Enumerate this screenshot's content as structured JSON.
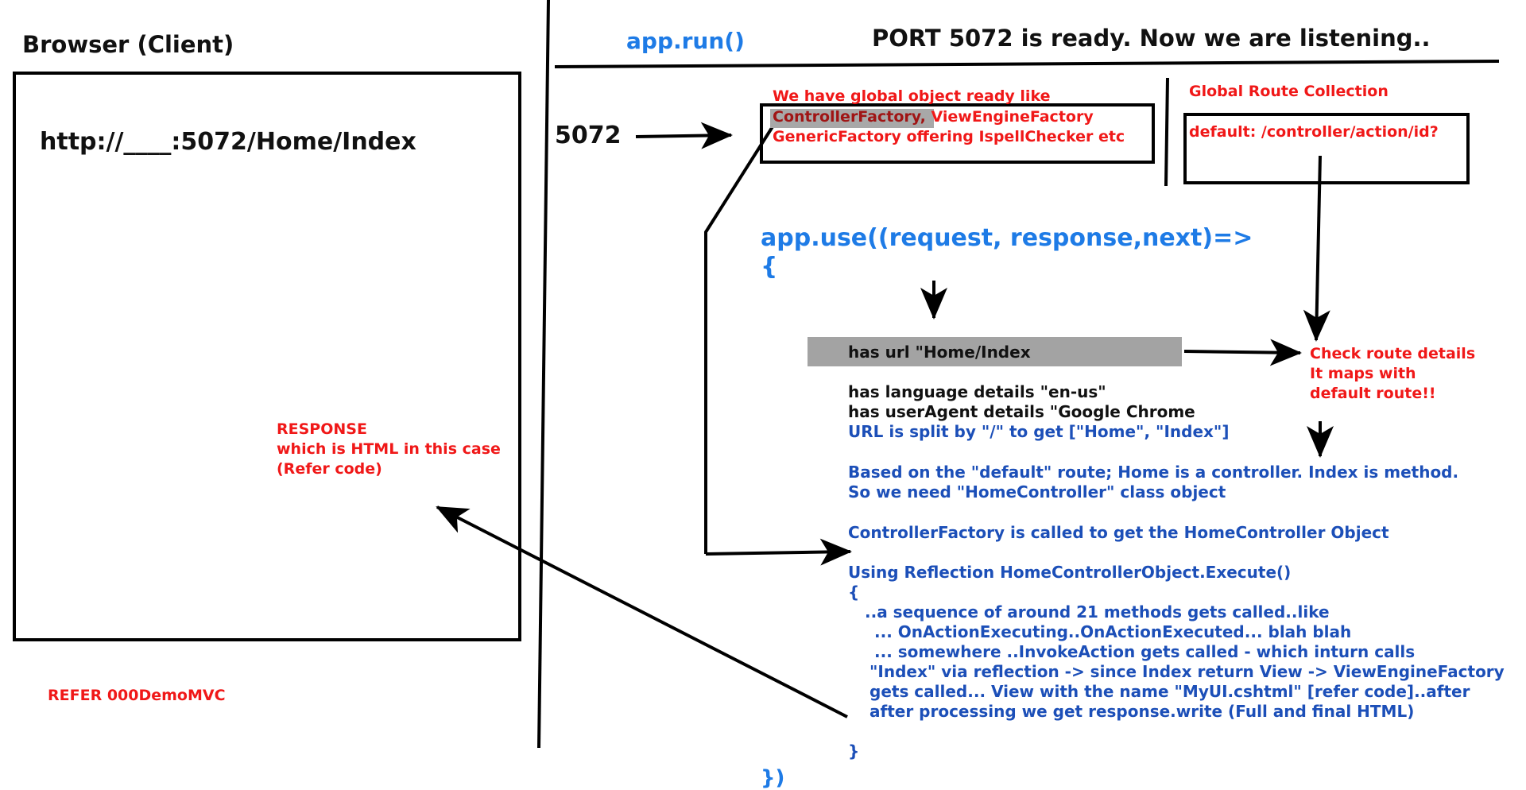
{
  "browser": {
    "title": "Browser (Client)",
    "url": "http://____:5072/Home/Index",
    "refer": "REFER 000DemoMVC"
  },
  "response": {
    "line1": "RESPONSE",
    "line2": "which is HTML in this case",
    "line3": "(Refer code)"
  },
  "server": {
    "app_run": "app.run()",
    "port_ready": "PORT 5072 is ready. Now we are listening..",
    "port": "5072",
    "global_object": {
      "line1": "We have global object ready like",
      "controller_factory": "ControllerFactory,",
      "view_engine_factory": " ViewEngineFactory",
      "line3": "GenericFactory offering IspellChecker etc"
    },
    "route_collection": {
      "title": "Global Route Collection",
      "default": "default: /controller/action/id?"
    },
    "app_use": "app.use((request, response,next)=>",
    "open_brace": "{",
    "close_brace": "})",
    "request": {
      "url": "has url \"Home/Index",
      "language": "has language details \"en-us\"",
      "user_agent": "has userAgent details \"Google Chrome",
      "split": "URL is split by \"/\" to get   [\"Home\", \"Index\"]",
      "based1": "Based on the \"default\" route; Home is a controller. Index is method.",
      "based2": "So we need \"HomeController\" class object",
      "factory": "ControllerFactory is called to get the HomeController Object",
      "reflection": "Using Reflection HomeControllerObject.Execute()",
      "brace_open": "{",
      "seq1": "..a sequence of around 21 methods gets called..like",
      "seq2": "... OnActionExecuting..OnActionExecuted... blah blah",
      "seq3": "... somewhere ..InvokeAction gets called - which inturn calls",
      "seq4": "\"Index\" via reflection -> since Index return View -> ViewEngineFactory",
      "seq5": "gets called... View with the name \"MyUI.cshtml\" [refer code]..after",
      "seq6": "after processing we get response.write (Full and final HTML)",
      "brace_close": "}"
    },
    "check_route": {
      "line1": "Check route details",
      "line2": "It maps with",
      "line3": "default route!!"
    }
  }
}
